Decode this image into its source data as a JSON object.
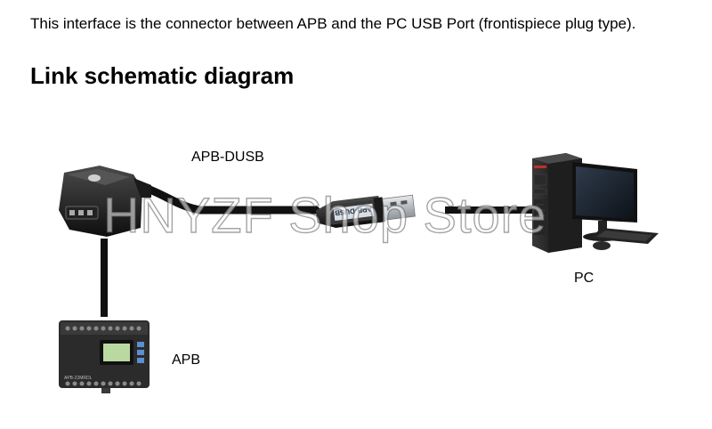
{
  "intro": "This interface is the connector between APB and the PC USB Port (frontispiece plug type).",
  "heading": "Link schematic diagram",
  "labels": {
    "cable": "APB-DUSB",
    "pc": "PC",
    "apb": "APB"
  },
  "usb_plug_text": "APB-DUSB",
  "module_text": "APB-22MRDL",
  "watermark": "HNYZF Shop Store",
  "colors": {
    "cable": "#111111",
    "plug_body": "#1a1a1a",
    "usb_shell": "#c9cdd1",
    "module_body": "#2b2b2b",
    "lcd": "#b9d9a0",
    "monitor_screen": "#1c2430"
  }
}
